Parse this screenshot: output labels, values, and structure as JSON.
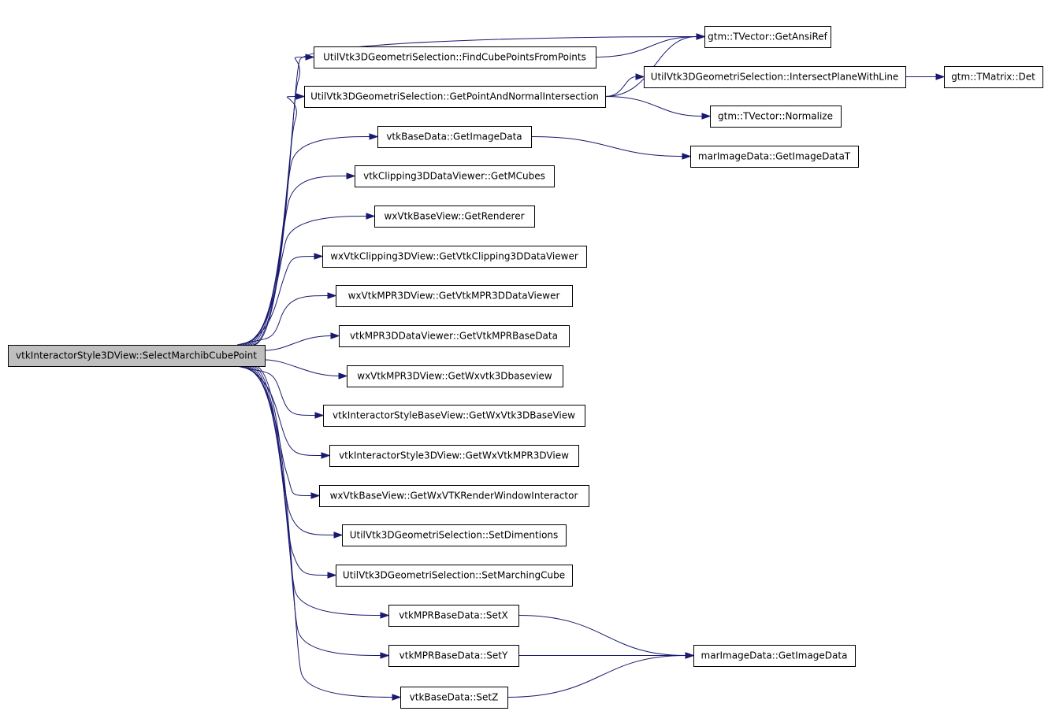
{
  "diagram": {
    "colors": {
      "edge": "#191970",
      "root_fill": "#bfbfbf",
      "node_fill": "#ffffff",
      "node_stroke": "#000000"
    },
    "nodes": [
      {
        "id": "root",
        "label": "vtkInteractorStyle3DView::SelectMarchibCubePoint"
      },
      {
        "id": "ansi",
        "label": "gtm::TVector::GetAnsiRef"
      },
      {
        "id": "findcube",
        "label": "UtilVtk3DGeometriSelection::FindCubePointsFromPoints"
      },
      {
        "id": "pointnormal",
        "label": "UtilVtk3DGeometriSelection::GetPointAndNormalIntersection"
      },
      {
        "id": "intersect",
        "label": "UtilVtk3DGeometriSelection::IntersectPlaneWithLine"
      },
      {
        "id": "det",
        "label": "gtm::TMatrix::Det"
      },
      {
        "id": "normalize",
        "label": "gtm::TVector::Normalize"
      },
      {
        "id": "getimagedata",
        "label": "vtkBaseData::GetImageData"
      },
      {
        "id": "imagedatat",
        "label": "marImageData::GetImageDataT"
      },
      {
        "id": "mcubes",
        "label": "vtkClipping3DDataViewer::GetMCubes"
      },
      {
        "id": "renderer",
        "label": "wxVtkBaseView::GetRenderer"
      },
      {
        "id": "clipviewer",
        "label": "wxVtkClipping3DView::GetVtkClipping3DDataViewer"
      },
      {
        "id": "mprviewer",
        "label": "wxVtkMPR3DView::GetVtkMPR3DDataViewer"
      },
      {
        "id": "mprbasedata",
        "label": "vtkMPR3DDataViewer::GetVtkMPRBaseData"
      },
      {
        "id": "wxvtk3dbaseview",
        "label": "wxVtkMPR3DView::GetWxvtk3Dbaseview"
      },
      {
        "id": "wxvtk3dbase",
        "label": "vtkInteractorStyleBaseView::GetWxVtk3DBaseView"
      },
      {
        "id": "wxvtkmpr3d",
        "label": "vtkInteractorStyle3DView::GetWxVtkMPR3DView"
      },
      {
        "id": "rwi",
        "label": "wxVtkBaseView::GetWxVTKRenderWindowInteractor"
      },
      {
        "id": "setdim",
        "label": "UtilVtk3DGeometriSelection::SetDimentions"
      },
      {
        "id": "setmc",
        "label": "UtilVtk3DGeometriSelection::SetMarchingCube"
      },
      {
        "id": "setx",
        "label": "vtkMPRBaseData::SetX"
      },
      {
        "id": "sety",
        "label": "vtkMPRBaseData::SetY"
      },
      {
        "id": "setz",
        "label": "vtkBaseData::SetZ"
      },
      {
        "id": "marget",
        "label": "marImageData::GetImageData"
      }
    ],
    "edges": [
      [
        "root",
        "ansi"
      ],
      [
        "root",
        "findcube"
      ],
      [
        "root",
        "pointnormal"
      ],
      [
        "root",
        "getimagedata"
      ],
      [
        "root",
        "mcubes"
      ],
      [
        "root",
        "renderer"
      ],
      [
        "root",
        "clipviewer"
      ],
      [
        "root",
        "mprviewer"
      ],
      [
        "root",
        "mprbasedata"
      ],
      [
        "root",
        "wxvtk3dbaseview"
      ],
      [
        "root",
        "wxvtk3dbase"
      ],
      [
        "root",
        "wxvtkmpr3d"
      ],
      [
        "root",
        "rwi"
      ],
      [
        "root",
        "setdim"
      ],
      [
        "root",
        "setmc"
      ],
      [
        "root",
        "setx"
      ],
      [
        "root",
        "sety"
      ],
      [
        "root",
        "setz"
      ],
      [
        "findcube",
        "ansi"
      ],
      [
        "pointnormal",
        "ansi"
      ],
      [
        "pointnormal",
        "intersect"
      ],
      [
        "pointnormal",
        "normalize"
      ],
      [
        "intersect",
        "det"
      ],
      [
        "getimagedata",
        "imagedatat"
      ],
      [
        "setx",
        "marget"
      ],
      [
        "sety",
        "marget"
      ],
      [
        "setz",
        "marget"
      ]
    ]
  }
}
